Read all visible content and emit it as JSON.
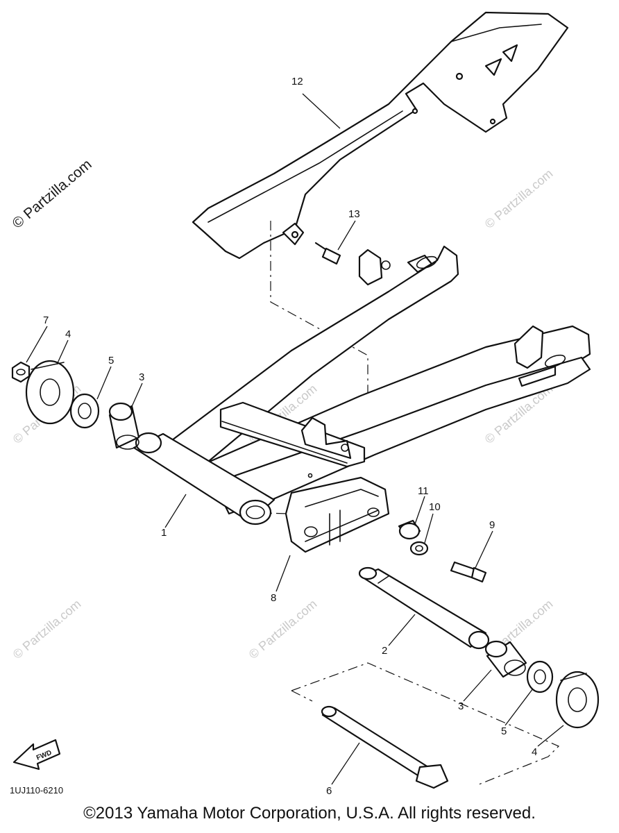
{
  "watermark": {
    "main": "© Partzilla.com",
    "tile": "© Partzilla.com"
  },
  "callouts": {
    "c1": "1",
    "c2": "2",
    "c3a": "3",
    "c3b": "3",
    "c4a": "4",
    "c4b": "4",
    "c5a": "5",
    "c5b": "5",
    "c6": "6",
    "c7": "7",
    "c8": "8",
    "c9": "9",
    "c10": "10",
    "c11": "11",
    "c12": "12",
    "c13": "13"
  },
  "fwd_label": "FWD",
  "diagram_code": "1UJ110-6210",
  "copyright": "©2013  Yamaha Motor Corporation, U.S.A. All rights reserved."
}
